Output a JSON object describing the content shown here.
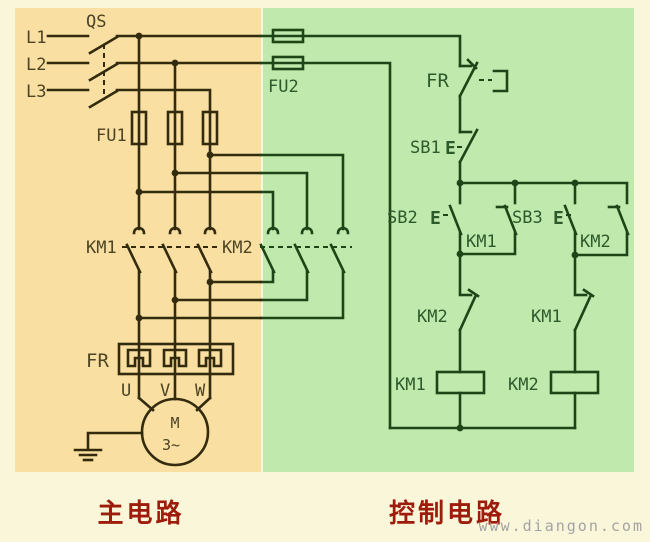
{
  "sections": {
    "main": "主电路",
    "control": "控制电路"
  },
  "watermark": "www.diangon.com",
  "colors": {
    "page_bg": "#faf6da",
    "main_panel": "#fadfa2",
    "control_panel": "#c0e9ae",
    "wire_main": "#332b0d",
    "wire_control": "#1d4517",
    "label_main": "#4c4423",
    "label_control": "#2d5a2b",
    "section_title": "#9e1c0c",
    "watermark_color": "#a3a3a3"
  },
  "main_circuit": {
    "phase_labels": [
      "L1",
      "L2",
      "L3"
    ],
    "switch": "QS",
    "fuse": "FU1",
    "contactor_left": "KM1",
    "contactor_right": "KM2",
    "thermal_relay": "FR",
    "motor_terminals": [
      "U",
      "V",
      "W"
    ],
    "motor_letter": "M",
    "motor_phase": "3~"
  },
  "control_circuit": {
    "fuse": "FU2",
    "thermal_contact": "FR",
    "stop_button": "SB1",
    "fwd_start_button": "SB2",
    "fwd_seal_contact": "KM1",
    "rev_start_button": "SB3",
    "rev_seal_contact": "KM2",
    "fwd_interlock": "KM2",
    "rev_interlock": "KM1",
    "fwd_coil": "KM1",
    "rev_coil": "KM2",
    "button_symbol": "E"
  }
}
